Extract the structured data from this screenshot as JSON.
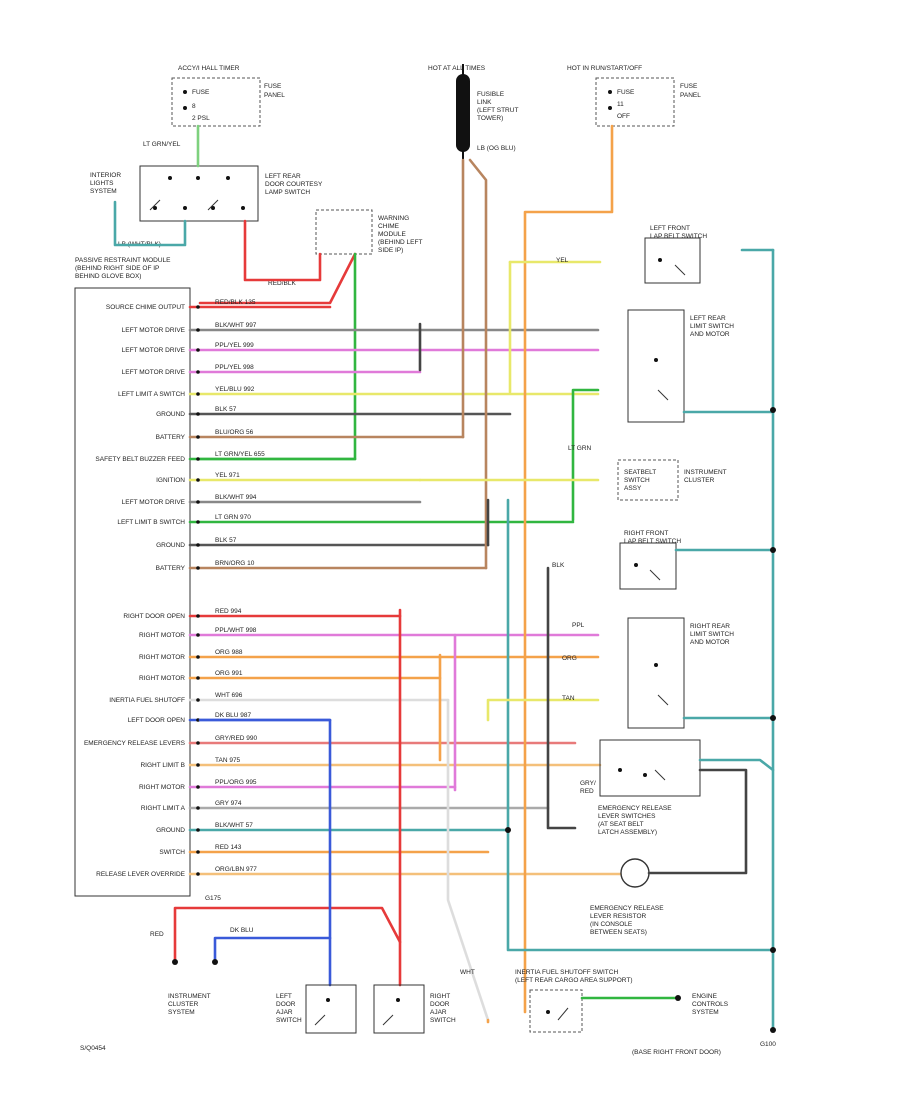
{
  "fuse_boxes": {
    "left_title": "ACCY/I HALL TIMER",
    "left_lines": [
      "FUSE",
      "8",
      "2 PSL"
    ],
    "left_side": [
      "FUSE",
      "PANEL"
    ],
    "middle_title": "HOT AT ALL TIMES",
    "middle_lines": [
      "FUSIBLE",
      "LINK",
      "(LEFT STRUT",
      "TOWER)"
    ],
    "middle_note": "LB (OG BLU)",
    "right_title": "HOT IN RUN/START/OFF",
    "right_lines": [
      "FUSE",
      "11",
      "OFF"
    ],
    "right_side": [
      "FUSE",
      "PANEL"
    ]
  },
  "top_labels": {
    "lt_grn_yel": "LT GRN/YEL",
    "interior_lights": [
      "INTERIOR",
      "LIGHTS",
      "SYSTEM"
    ],
    "interior_wire": "LB (WHT/BLK)",
    "door_lamp_switch": [
      "LEFT REAR",
      "DOOR COURTESY",
      "LAMP SWITCH"
    ],
    "warning_chime": [
      "WARNING",
      "CHIME",
      "MODULE",
      "(BEHIND LEFT",
      "SIDE IP)"
    ],
    "red_blk": "RED/BLK"
  },
  "module_title": [
    "PASSIVE RESTRAINT MODULE",
    "(BEHIND RIGHT SIDE OF IP",
    "BEHIND GLOVE BOX)"
  ],
  "pins": [
    "SOURCE CHIME OUTPUT",
    "LEFT MOTOR DRIVE",
    "LEFT MOTOR DRIVE",
    "LEFT MOTOR DRIVE",
    "LEFT LIMIT A SWITCH",
    "GROUND",
    "BATTERY",
    "SAFETY BELT BUZZER FEED",
    "IGNITION",
    "LEFT MOTOR DRIVE",
    "LEFT LIMIT B SWITCH",
    "GROUND",
    "BATTERY",
    "RIGHT DOOR OPEN",
    "RIGHT MOTOR",
    "RIGHT MOTOR",
    "RIGHT MOTOR",
    "INERTIA FUEL SHUTOFF",
    "LEFT DOOR OPEN",
    "EMERGENCY RELEASE LEVERS",
    "RIGHT LIMIT B",
    "RIGHT MOTOR",
    "RIGHT LIMIT A",
    "GROUND",
    "SWITCH",
    "RELEASE LEVER OVERRIDE"
  ],
  "wire_labels": [
    "RED/BLK 135",
    "BLK/WHT 997",
    "PPL/YEL 999",
    "PPL/YEL 998",
    "YEL/BLU 992",
    "BLK 57",
    "BLU/ORG 56",
    "LT GRN/YEL 655",
    "YEL 971",
    "BLK/WHT 994",
    "LT GRN 970",
    "BLK 57",
    "BRN/ORG 10",
    "RED 994",
    "PPL/WHT 998",
    "ORG 988",
    "ORG 991",
    "WHT 696",
    "DK BLU 987",
    "GRY/RED 990",
    "TAN 975",
    "PPL/ORG 995",
    "GRY 974",
    "BLK/WHT 57",
    "RED 143",
    "ORG/LBN 977"
  ],
  "right_components": {
    "left_front_door_switch": [
      "LEFT FRONT",
      "LAP BELT SWITCH"
    ],
    "left_rear_motor": [
      "LEFT REAR",
      "LIMIT SWITCH",
      "AND MOTOR"
    ],
    "seatbelt_retractor": [
      "SEATBELT",
      "SWITCH",
      "ASSY"
    ],
    "instrument_cluster_ref": [
      "INSTRUMENT",
      "CLUSTER"
    ],
    "right_front_door_switch": [
      "RIGHT FRONT",
      "LAP BELT SWITCH"
    ],
    "right_rear_motor": [
      "RIGHT REAR",
      "LIMIT SWITCH",
      "AND MOTOR"
    ],
    "emergency_release": [
      "EMERGENCY RELEASE",
      "LEVER SWITCHES",
      "(AT SEAT BELT",
      "LATCH ASSEMBLY)"
    ],
    "emergency_resistor": [
      "EMERGENCY RELEASE",
      "LEVER RESISTOR",
      "(IN CONSOLE",
      "BETWEEN SEATS)"
    ],
    "blk": "BLK",
    "gry_red": [
      "GRY/",
      "RED"
    ],
    "wht_small": "WHT",
    "ppl": "PPL",
    "org": "ORG",
    "tan": "TAN",
    "yel": "YEL",
    "lt_grn": "LT GRN"
  },
  "bottom": {
    "red": "RED",
    "dk_blu": "DK BLU",
    "g175": "G175",
    "instrument_cluster": [
      "INSTRUMENT",
      "CLUSTER",
      "SYSTEM"
    ],
    "left_door_switch": [
      "LEFT",
      "DOOR",
      "AJAR",
      "SWITCH"
    ],
    "right_door_switch": [
      "RIGHT",
      "DOOR",
      "AJAR",
      "SWITCH"
    ],
    "inertia_switch": [
      "INERTIA FUEL SHUTOFF SWITCH",
      "(LEFT REAR CARGO AREA SUPPORT)"
    ],
    "engine_controls": [
      "ENGINE",
      "CONTROLS",
      "SYSTEM"
    ],
    "ground": [
      "G100",
      "(BASE RIGHT FRONT DOOR)"
    ],
    "figure_id": "S/Q0454"
  }
}
